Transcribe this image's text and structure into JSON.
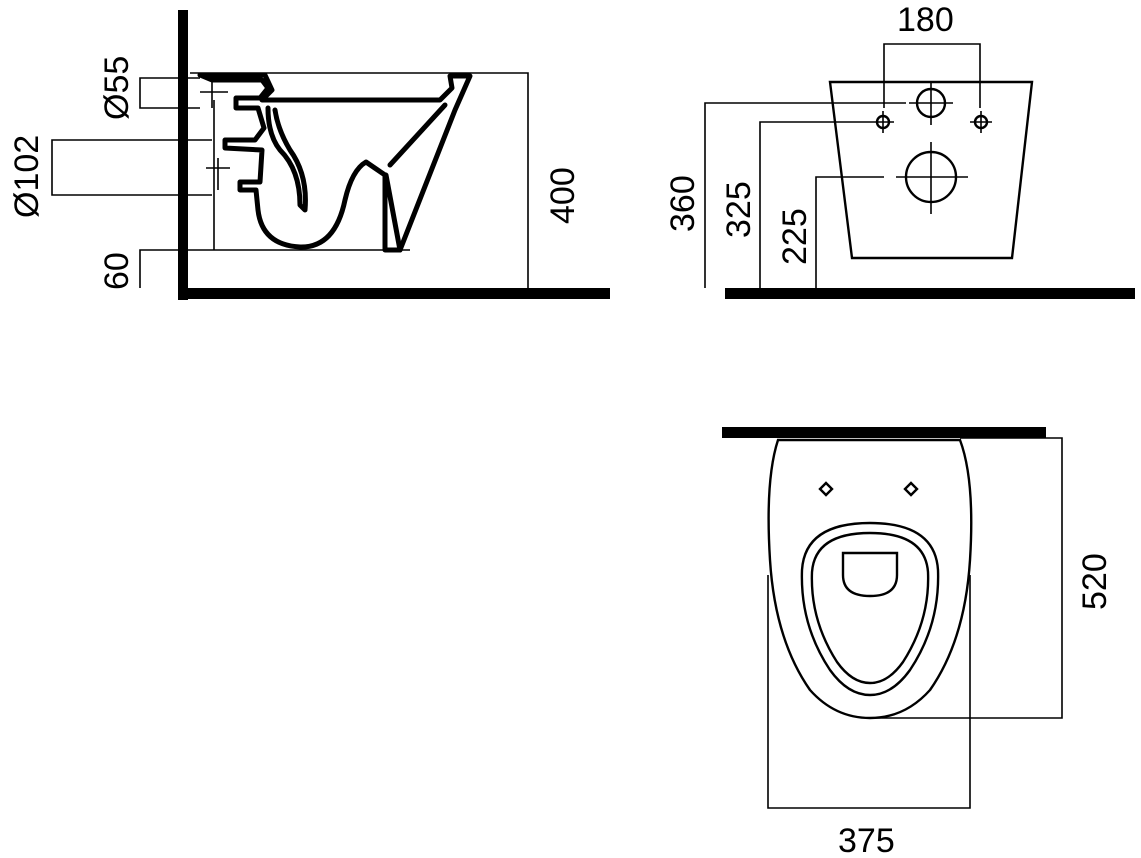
{
  "side_view": {
    "dim_outlet_diameter": "Ø55",
    "dim_drain_diameter": "Ø102",
    "dim_height": "400",
    "dim_floor_offset": "60"
  },
  "rear_view": {
    "dim_bolt_spacing": "180",
    "dim_height_360": "360",
    "dim_height_325": "325",
    "dim_height_225": "225"
  },
  "top_view": {
    "dim_length": "520",
    "dim_width": "375"
  }
}
